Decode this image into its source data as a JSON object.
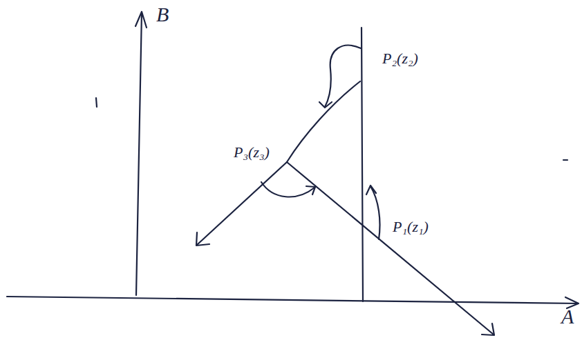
{
  "diagram": {
    "labels": [
      "B",
      "A",
      "P₂(z₂)",
      "P₃(z₃)",
      "P₁(z₁)"
    ]
  }
}
